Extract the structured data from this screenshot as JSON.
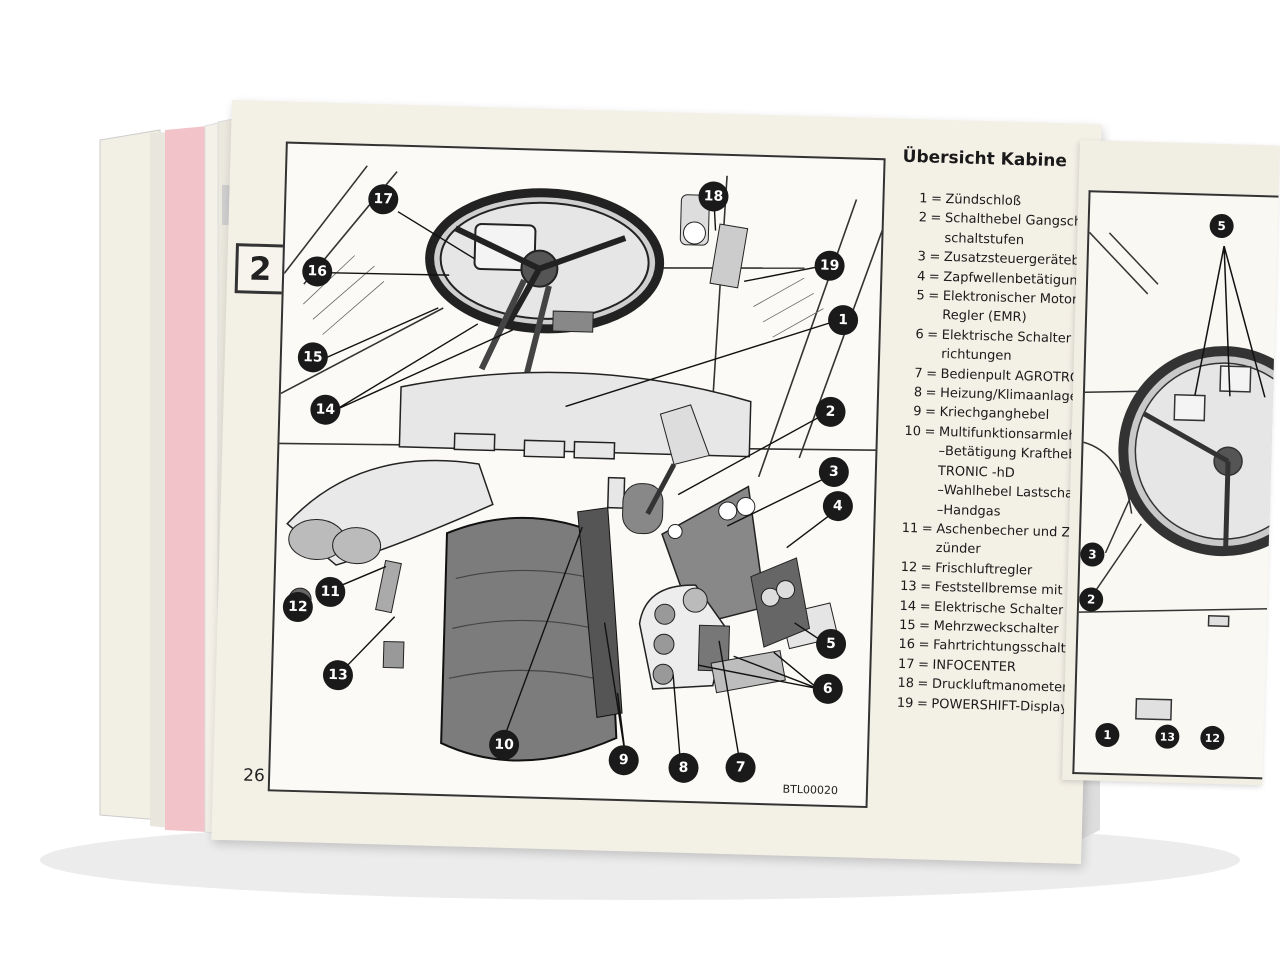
{
  "chapter_tab": "2",
  "page_number": "26",
  "figure_code": "BTL00020",
  "figure_callouts": [
    "17",
    "18",
    "19",
    "16",
    "15",
    "14",
    "1",
    "2",
    "3",
    "4",
    "5",
    "6",
    "7",
    "8",
    "9",
    "10",
    "11",
    "12",
    "13"
  ],
  "right_page_callouts": [
    "5",
    "3",
    "2",
    "1",
    "13",
    "12"
  ],
  "legend": {
    "title": "Übersicht Kabine",
    "items": [
      {
        "num": "1",
        "text": "Zündschloß"
      },
      {
        "num": "2",
        "text": "Schalthebel Gangschaltung"
      },
      {
        "num": "",
        "text": "schaltstufen"
      },
      {
        "num": "3",
        "text": "Zusatzsteuergerätebetätigung"
      },
      {
        "num": "4",
        "text": "Zapfwellenbetätigung"
      },
      {
        "num": "5",
        "text": "Elektronischer Motordrehzahl"
      },
      {
        "num": "",
        "text": "Regler (EMR)"
      },
      {
        "num": "6",
        "text": "Elektrische Schalter für Zusatz"
      },
      {
        "num": "",
        "text": "richtungen"
      },
      {
        "num": "7",
        "text": "Bedienpult AGROTRONIC"
      },
      {
        "num": "8",
        "text": "Heizung/Klimaanlage"
      },
      {
        "num": "9",
        "text": "Kriechganghebel"
      },
      {
        "num": "10",
        "text": "Multifunktionsarmlehne mit"
      },
      {
        "num": "",
        "text": "–Betätigung Kraftheber AGRO"
      },
      {
        "num": "",
        "text": "TRONIC -hD"
      },
      {
        "num": "",
        "text": "–Wahlhebel Lastschaltstufen"
      },
      {
        "num": "",
        "text": "–Handgas"
      },
      {
        "num": "11",
        "text": "Aschenbecher und Zigarettenan"
      },
      {
        "num": "",
        "text": "zünder"
      },
      {
        "num": "12",
        "text": "Frischluftregler"
      },
      {
        "num": "13",
        "text": "Feststellbremse mit Entriegelung"
      },
      {
        "num": "14",
        "text": "Elektrische Schalter"
      },
      {
        "num": "15",
        "text": "Mehrzweckschalter"
      },
      {
        "num": "16",
        "text": "Fahrtrichtungsschalter V-R"
      },
      {
        "num": "17",
        "text": "INFOCENTER"
      },
      {
        "num": "18",
        "text": "Druckluftmanometer"
      },
      {
        "num": "19",
        "text": "POWERSHIFT-Display"
      }
    ]
  }
}
